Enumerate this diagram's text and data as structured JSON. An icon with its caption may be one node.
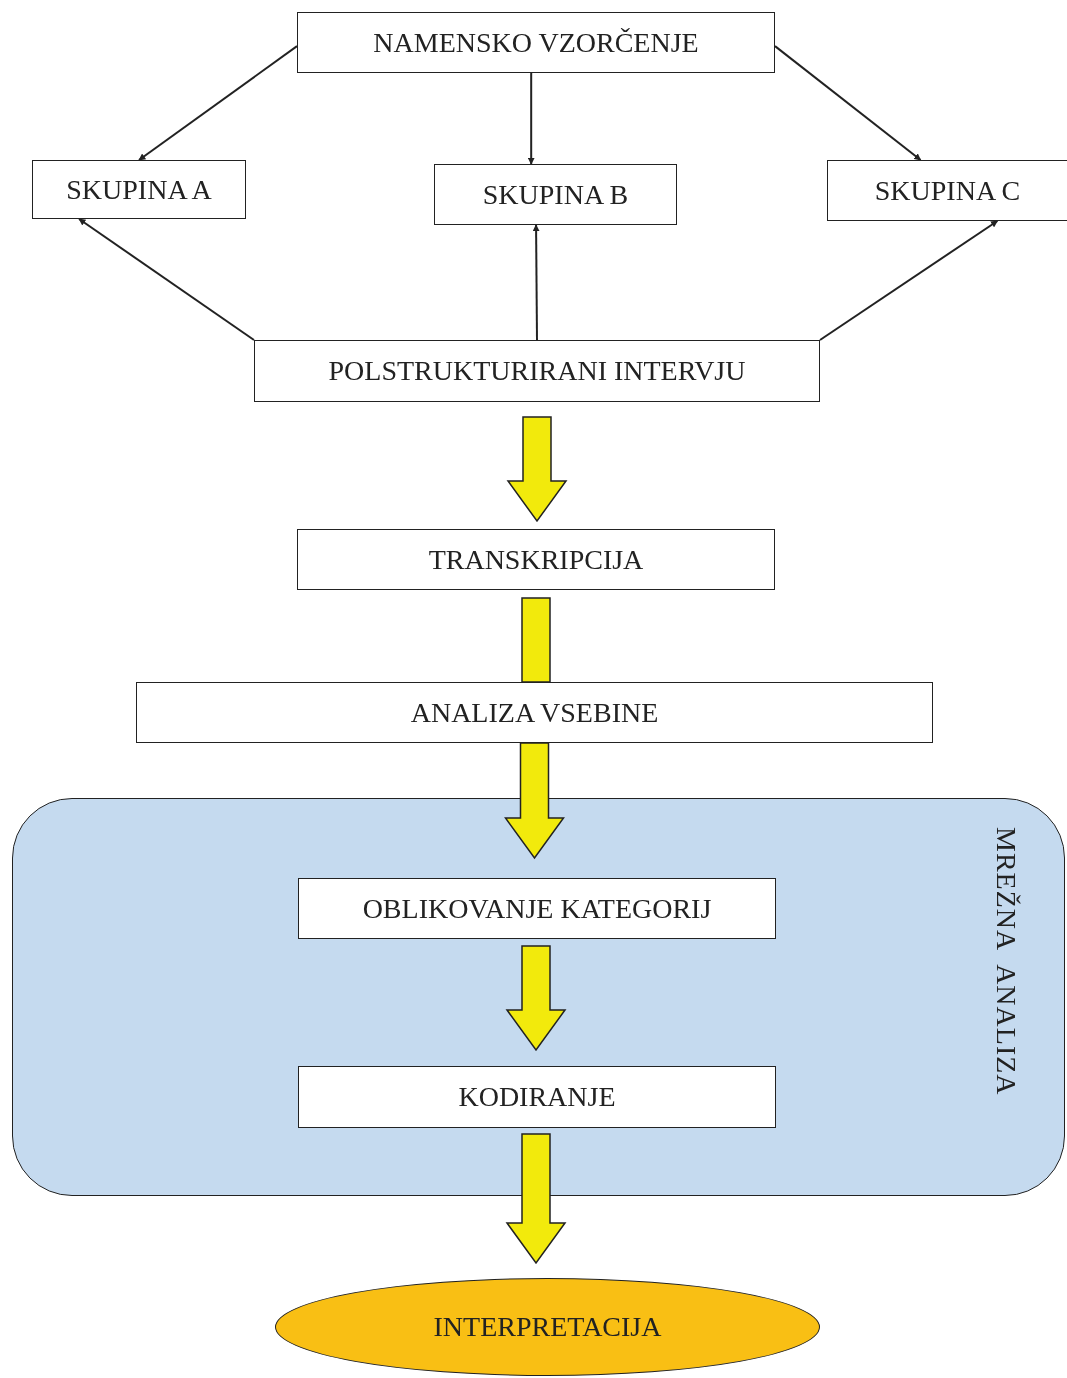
{
  "diagram": {
    "nodes": [
      {
        "text": [
          "NAMENSKO VZORČENJE"
        ]
      },
      {
        "text": [
          "SKUPINA A"
        ]
      },
      {
        "text": [
          "SKUPINA B"
        ]
      },
      {
        "text": [
          "SKUPINA C"
        ]
      },
      {
        "text": [
          "POLSTRUKTURIRANI INTERVJU"
        ]
      },
      {
        "text": [
          "TRANSKRIPCIJA"
        ]
      },
      {
        "text": [
          "ANALIZA VSEBINE"
        ]
      },
      {
        "text": [
          "MREŽNA  ANALIZA"
        ]
      },
      {
        "text": [
          "OBLIKOVANJE KATEGORIJ"
        ],
        "in": 7
      },
      {
        "text": [
          "KODIRANJE"
        ],
        "in": 7
      },
      {
        "text": [
          "INTERPRETACIJA"
        ]
      }
    ],
    "edges": [
      {
        "from": 0,
        "to": 1,
        "arrow": "to"
      },
      {
        "from": 0,
        "to": 2,
        "arrow": "to"
      },
      {
        "from": 0,
        "to": 3,
        "arrow": "to"
      },
      {
        "from": 4,
        "to": 1,
        "arrow": "to"
      },
      {
        "from": 4,
        "to": 2,
        "arrow": "to"
      },
      {
        "from": 4,
        "to": 3,
        "arrow": "to"
      },
      {
        "from": 4,
        "to": 5,
        "arrow": "to",
        "style": "thick",
        "color": "#f2ea0c"
      },
      {
        "from": 5,
        "to": 6,
        "arrow": "none",
        "style": "thick",
        "color": "#f2ea0c"
      },
      {
        "from": 6,
        "to": 8,
        "arrow": "to",
        "style": "thick",
        "color": "#f2ea0c"
      },
      {
        "from": 8,
        "to": 9,
        "arrow": "to",
        "style": "thick",
        "color": "#f2ea0c"
      },
      {
        "from": 9,
        "to": 10,
        "arrow": "to",
        "style": "thick",
        "color": "#f2ea0c"
      }
    ]
  }
}
